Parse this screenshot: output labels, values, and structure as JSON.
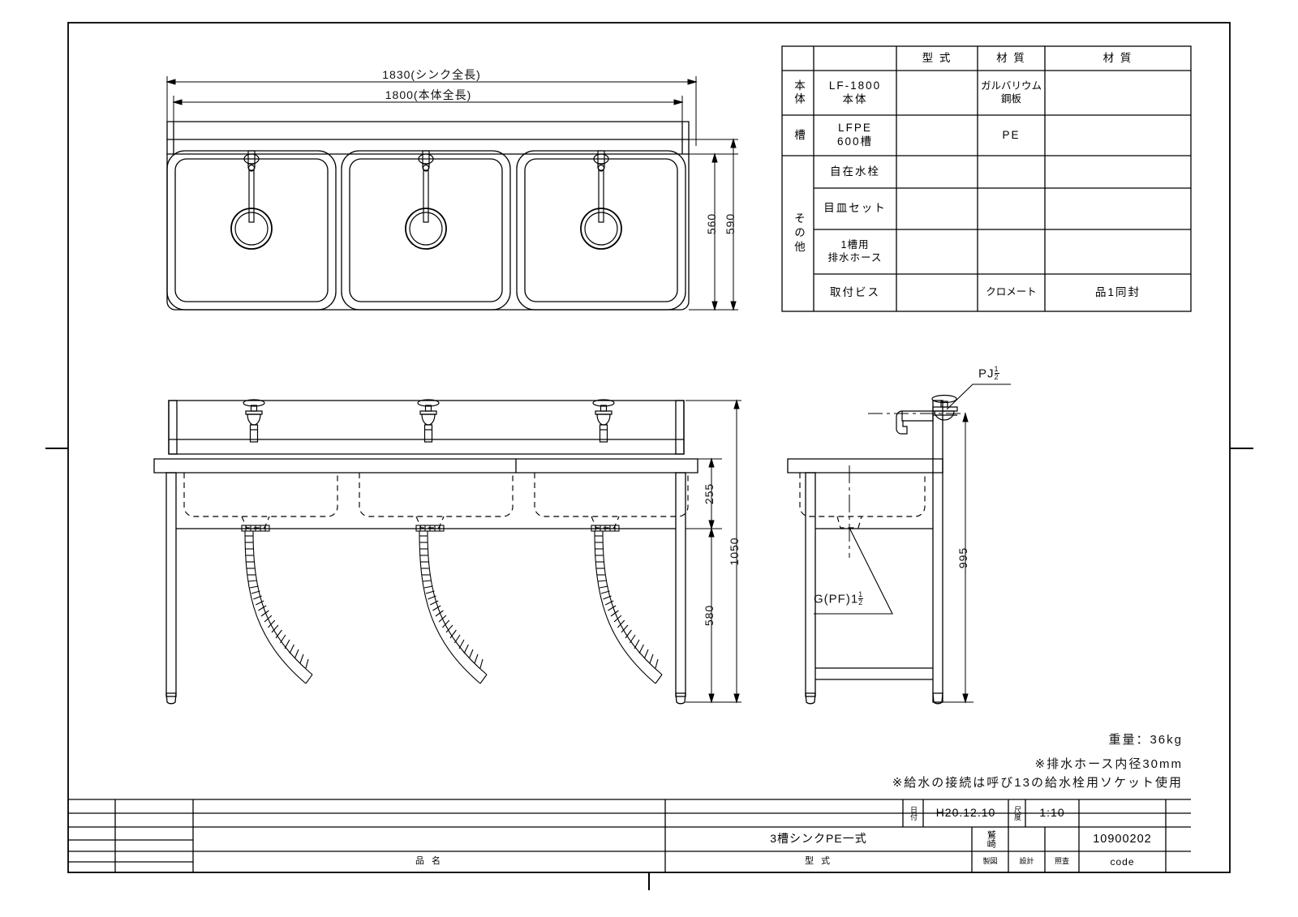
{
  "drawing": {
    "title": "3槽シンクPE一式",
    "drawing_number": "10900202",
    "date_label": "日付",
    "date_value": "H20.12.10",
    "scale_label": "尺度",
    "scale_value": "1:10",
    "drafter_label": "鷲崎",
    "code_label": "code",
    "model_label": "型  式",
    "product_label": "品  名",
    "drafting_label": "製図",
    "design_label": "設計",
    "check_label": "照査"
  },
  "parts_table": {
    "headers": [
      "",
      "",
      "型    式",
      "材    質",
      "材    質"
    ],
    "groups": [
      {
        "name": "本体",
        "rows": 1
      },
      {
        "name": "槽",
        "rows": 1
      },
      {
        "name": "その他",
        "rows": 4
      }
    ],
    "rows": [
      {
        "group": "本体",
        "name": "LF-1800\n本体",
        "model": "",
        "material1": "ガルバリウム\n鋼板",
        "material2": ""
      },
      {
        "group": "槽",
        "name": "LFPE\n600槽",
        "model": "",
        "material1": "PE",
        "material2": ""
      },
      {
        "group": "その他",
        "name": "自在水栓",
        "model": "",
        "material1": "",
        "material2": ""
      },
      {
        "group": "その他",
        "name": "目皿セット",
        "model": "",
        "material1": "",
        "material2": ""
      },
      {
        "group": "その他",
        "name": "1槽用\n排水ホース",
        "model": "",
        "material1": "",
        "material2": ""
      },
      {
        "group": "その他",
        "name": "取付ビス",
        "model": "",
        "material1": "クロメート",
        "material2": "品1同封"
      }
    ],
    "group_labels": {
      "body": "本体",
      "tank": "槽",
      "other": "その他"
    }
  },
  "dimensions": {
    "plan_overall_sink": "1830(シンク全長)",
    "plan_overall_body": "1800(本体全長)",
    "plan_depth_inner": "560",
    "plan_depth_outer": "590",
    "elev_backsplash": "255",
    "elev_total": "1050",
    "elev_under": "580",
    "side_height": "995"
  },
  "callouts": {
    "supply_thread_prefix": "PJ",
    "supply_thread_num": "1",
    "supply_thread_den": "2",
    "drain_thread_prefix": "G(PF)1",
    "drain_thread_num": "1",
    "drain_thread_den": "2"
  },
  "notes": {
    "weight": "重量：36kg",
    "note1": "※排水ホース内径30mm",
    "note2": "※給水の接続は呼び13の給水栓用ソケット使用"
  },
  "colors": {
    "line": "#000000",
    "paper": "#ffffff"
  }
}
